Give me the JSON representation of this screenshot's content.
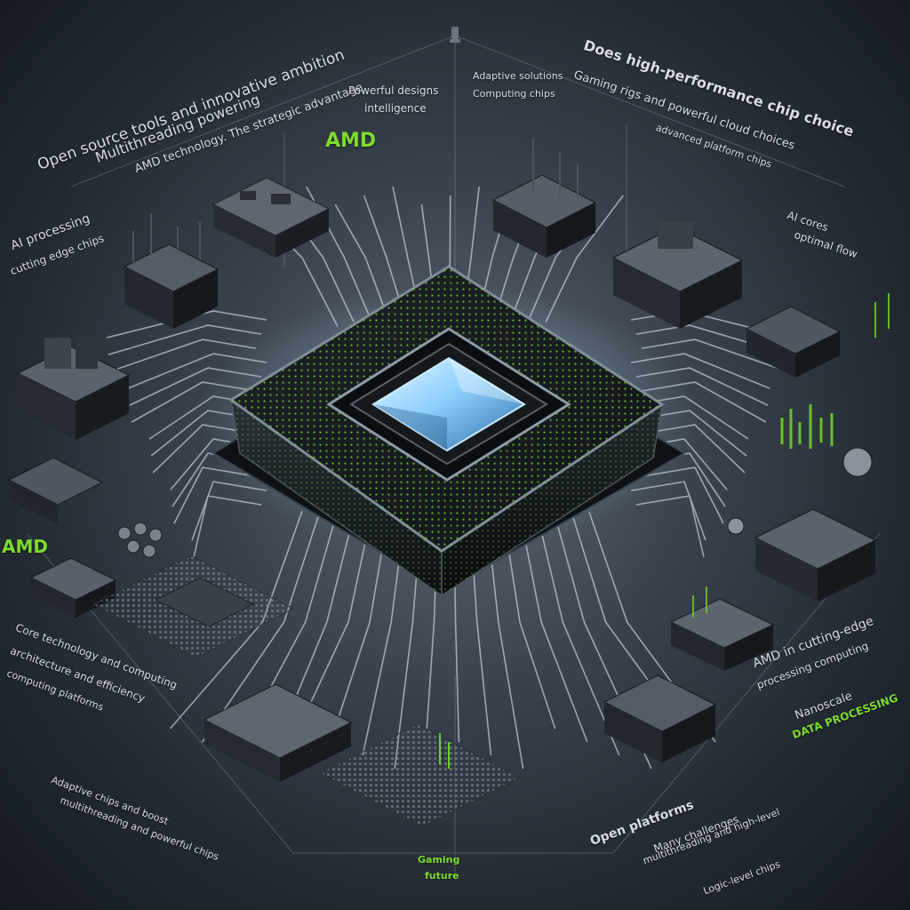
{
  "colors": {
    "background": "#2a323b",
    "accent_green": "#6fd12a",
    "chip_body": "#1a1e22",
    "die_blue": "#8fd0ff",
    "trace": "#c8d2dc"
  },
  "labels": [
    {
      "id": "top-left-1",
      "text": "Open source tools and innovative ambition"
    },
    {
      "id": "top-left-2",
      "text": "Multithreading powering"
    },
    {
      "id": "top-left-3",
      "text": "AMD technology. The strategic advantage"
    },
    {
      "id": "top-mid-1",
      "text": "Powerful designs"
    },
    {
      "id": "top-mid-2",
      "text": "intelligence"
    },
    {
      "id": "top-mid-brand",
      "text": "AMD"
    },
    {
      "id": "top-center-1",
      "text": "Adaptive solutions"
    },
    {
      "id": "top-center-2",
      "text": "Computing chips"
    },
    {
      "id": "top-right-title",
      "text": "Does high-performance chip choice"
    },
    {
      "id": "top-right-2",
      "text": "Gaming rigs and powerful cloud choices"
    },
    {
      "id": "top-right-3",
      "text": "advanced platform chips"
    },
    {
      "id": "right-mid-1",
      "text": "AI cores"
    },
    {
      "id": "right-mid-2",
      "text": "optimal flow"
    },
    {
      "id": "left-mid-1",
      "text": "AI processing"
    },
    {
      "id": "left-mid-2",
      "text": "cutting edge chips"
    },
    {
      "id": "left-brand",
      "text": "AMD"
    },
    {
      "id": "left-low-1",
      "text": "Core technology and computing"
    },
    {
      "id": "left-low-2",
      "text": "architecture and efficiency"
    },
    {
      "id": "left-low-3",
      "text": "computing platforms"
    },
    {
      "id": "bottom-left-1",
      "text": "Adaptive chips and boost"
    },
    {
      "id": "bottom-left-2",
      "text": "multithreading and powerful chips"
    },
    {
      "id": "right-low-1",
      "text": "AMD in cutting-edge"
    },
    {
      "id": "right-low-2",
      "text": "processing computing"
    },
    {
      "id": "right-low-3",
      "text": "Nanoscale"
    },
    {
      "id": "right-low-4",
      "text": "DATA PROCESSING"
    },
    {
      "id": "bottom-right-1",
      "text": "Open platforms"
    },
    {
      "id": "bottom-right-2",
      "text": "Many challenges"
    },
    {
      "id": "bottom-right-3",
      "text": "multithreading and high-level"
    },
    {
      "id": "bottom-right-4",
      "text": "Logic-level chips"
    },
    {
      "id": "bottom-center-1",
      "text": "Gaming"
    },
    {
      "id": "bottom-center-2",
      "text": "future"
    }
  ]
}
